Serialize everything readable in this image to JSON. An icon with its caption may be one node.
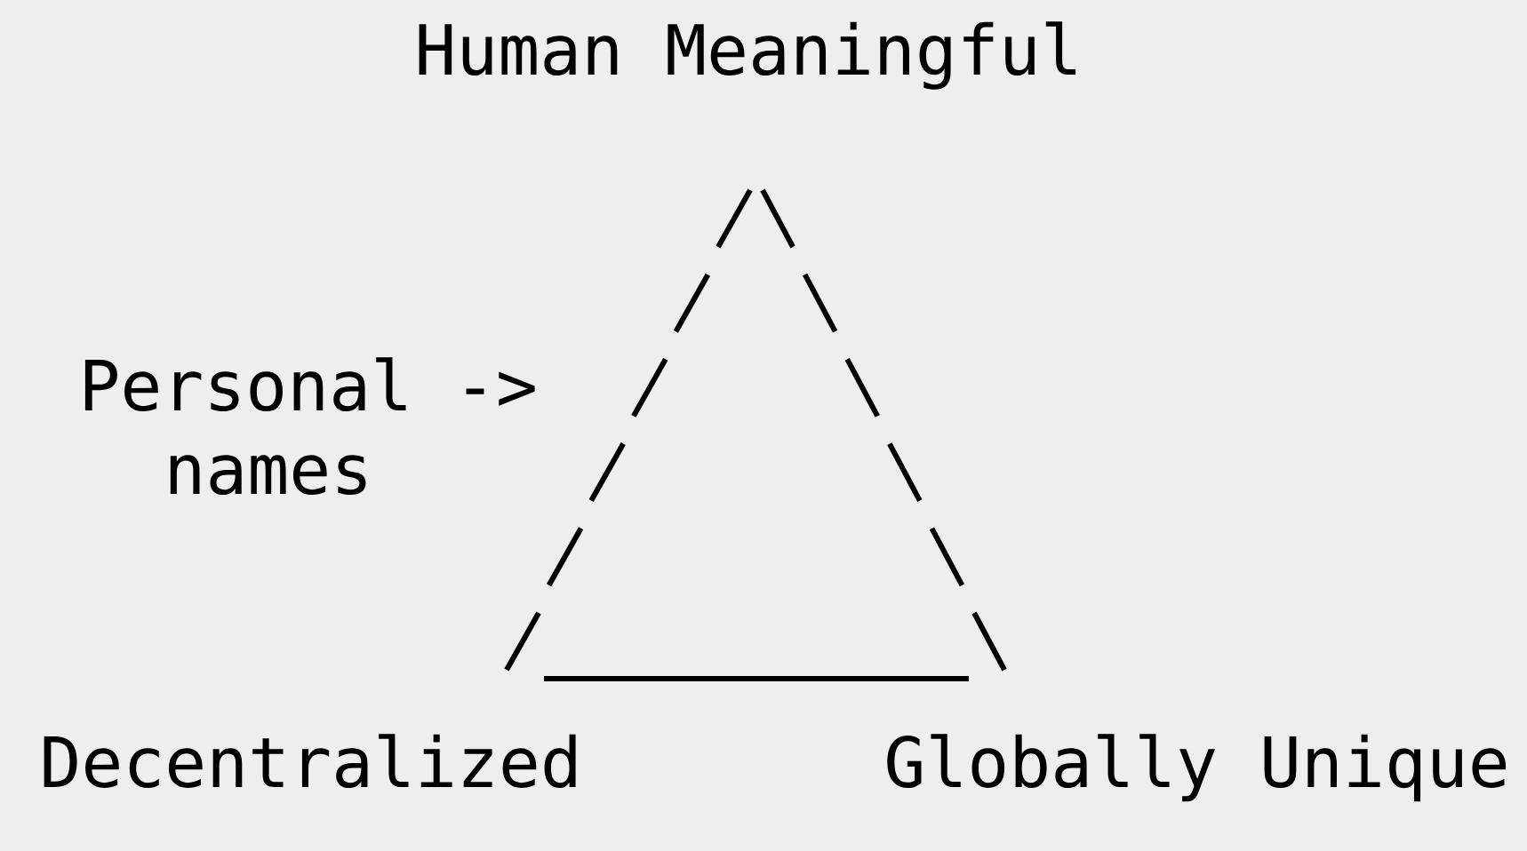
{
  "diagram": {
    "labels": [
      "Human Meaningful",
      "Personal ->",
      "names",
      "Decentralized",
      "Globally Unique"
    ]
  }
}
